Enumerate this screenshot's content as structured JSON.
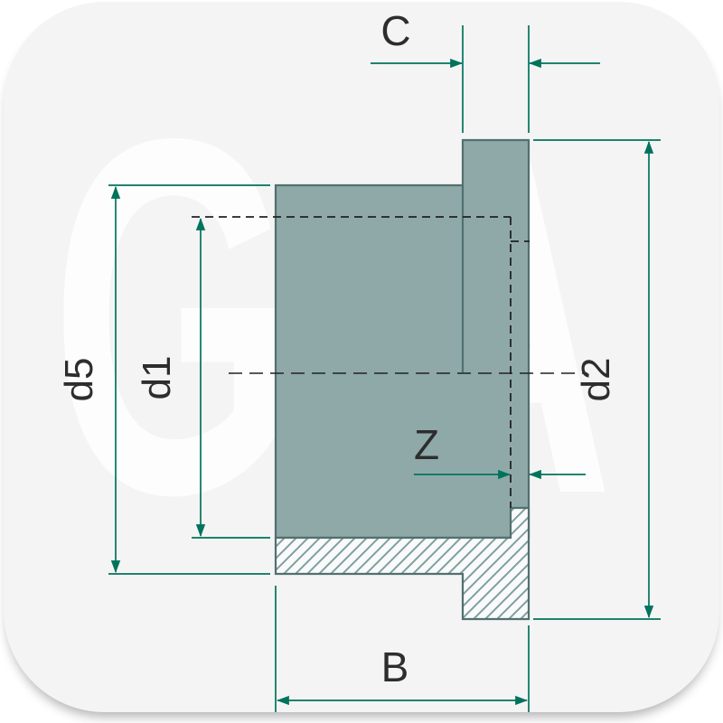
{
  "watermark": "G-A",
  "labels": {
    "c": "C",
    "d5": "d5",
    "d1": "d1",
    "d2": "d2",
    "z": "Z",
    "b": "B"
  },
  "colors": {
    "dimension_green": "#00735C",
    "body_fill": "#8FA9A9",
    "body_outline": "#51706F",
    "hatch_line": "#7EA0A0",
    "dashed_line": "#222222",
    "card_bg": "#f4f4f4",
    "label_text": "#2d2d2d"
  }
}
